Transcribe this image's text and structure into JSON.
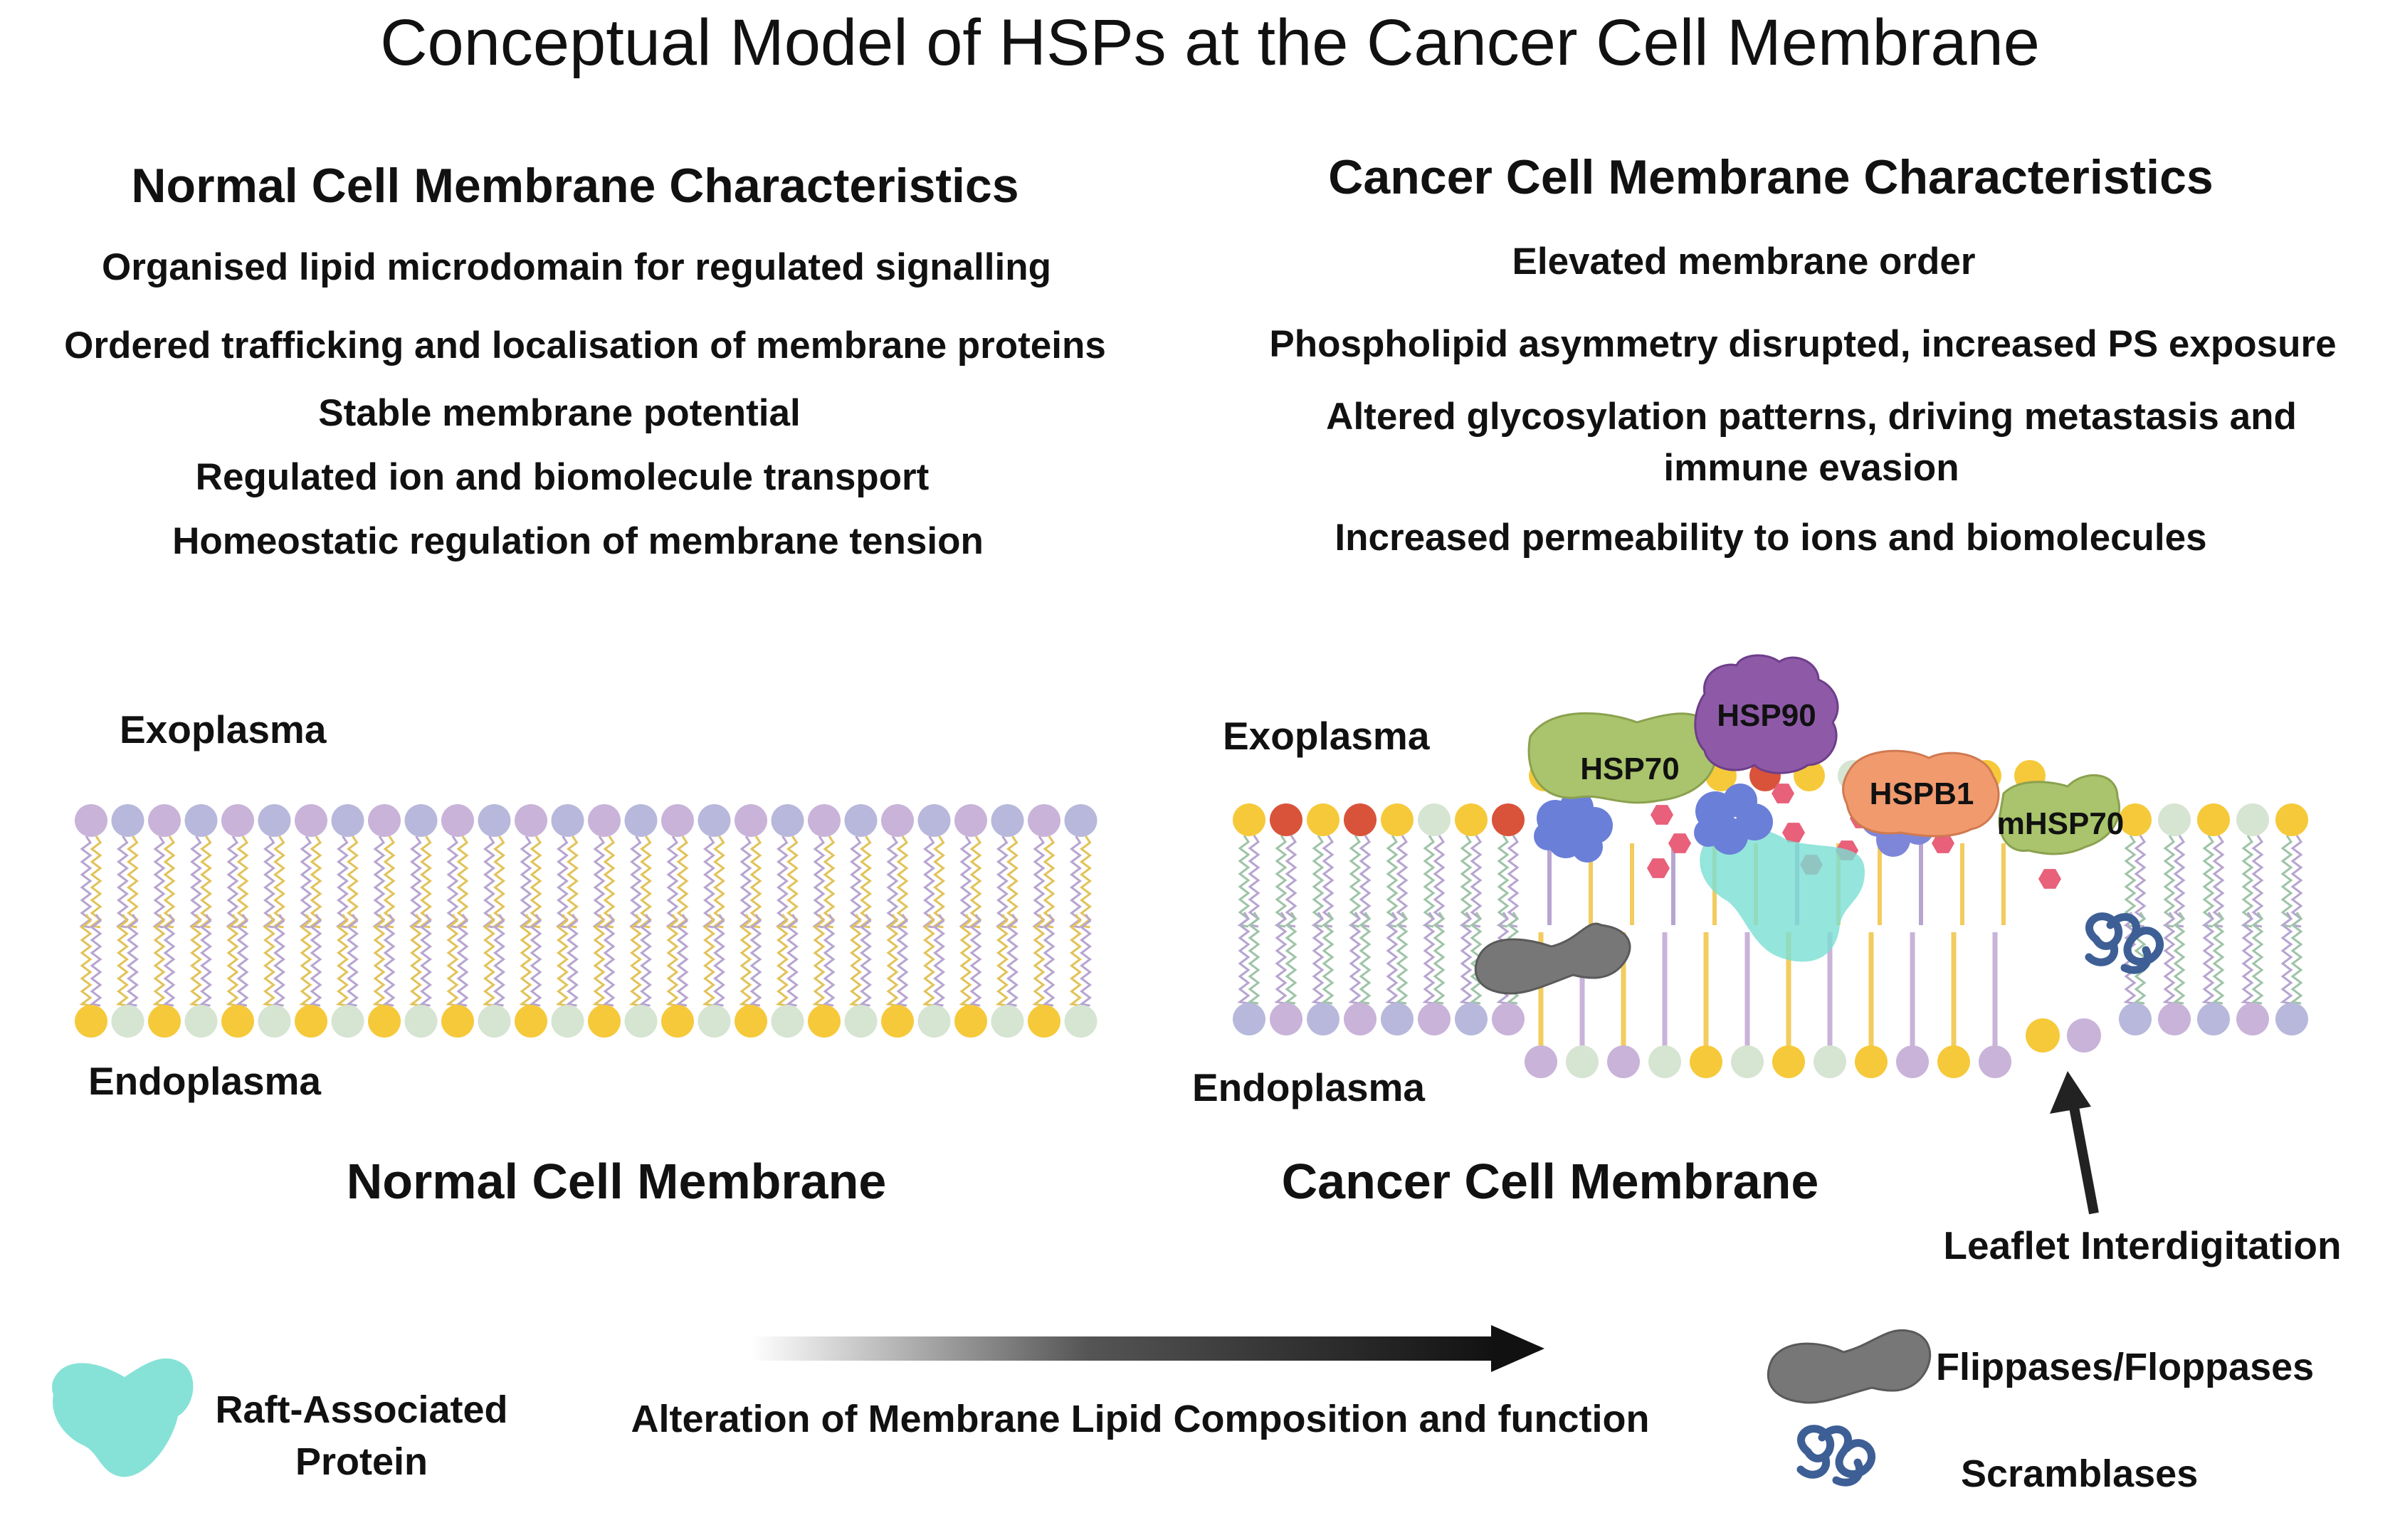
{
  "title": "Conceptual Model of HSPs at the Cancer Cell  Membrane",
  "normal": {
    "heading": "Normal Cell Membrane Characteristics",
    "items": [
      "Organised lipid microdomain for regulated signalling",
      "Ordered trafficking and localisation of membrane proteins",
      "Stable membrane potential",
      "Regulated ion and biomolecule transport",
      "Homeostatic regulation of membrane tension"
    ],
    "exoplasma": "Exoplasma",
    "endoplasma": "Endoplasma",
    "caption": "Normal Cell Membrane"
  },
  "cancer": {
    "heading": "Cancer Cell Membrane Characteristics",
    "items": [
      "Elevated membrane order",
      "Phospholipid asymmetry disrupted, increased PS exposure",
      "Altered glycosylation patterns, driving metastasis and",
      "immune evasion",
      "Increased permeability to ions and biomolecules"
    ],
    "exoplasma": "Exoplasma",
    "endoplasma": "Endoplasma",
    "caption": "Cancer Cell Membrane",
    "proteins": [
      "HSP90",
      "HSP70",
      "HSPB1",
      "mHSP70"
    ],
    "arrow_label": "Leaflet Interdigitation"
  },
  "legend": {
    "raft_protein": [
      "Raft-Associated",
      "Protein"
    ],
    "transition": "Alteration of Membrane Lipid Composition and function",
    "flippases": "Flippases/Floppases",
    "scramblases": "Scramblases"
  },
  "colors": {
    "lipid_purple": "#c9b3d9",
    "lipid_blue": "#b8b8dc",
    "lipid_yellow": "#f6c93a",
    "lipid_green": "#d6e4d2",
    "lipid_red": "#d9533a",
    "hsp70": "#a9c46c",
    "hsp90": "#8e5aa8",
    "hspb1": "#f09a6e",
    "raft": "#79dfd3",
    "flippase": "#8a8a8a",
    "scramblase": "#3d5f95"
  }
}
